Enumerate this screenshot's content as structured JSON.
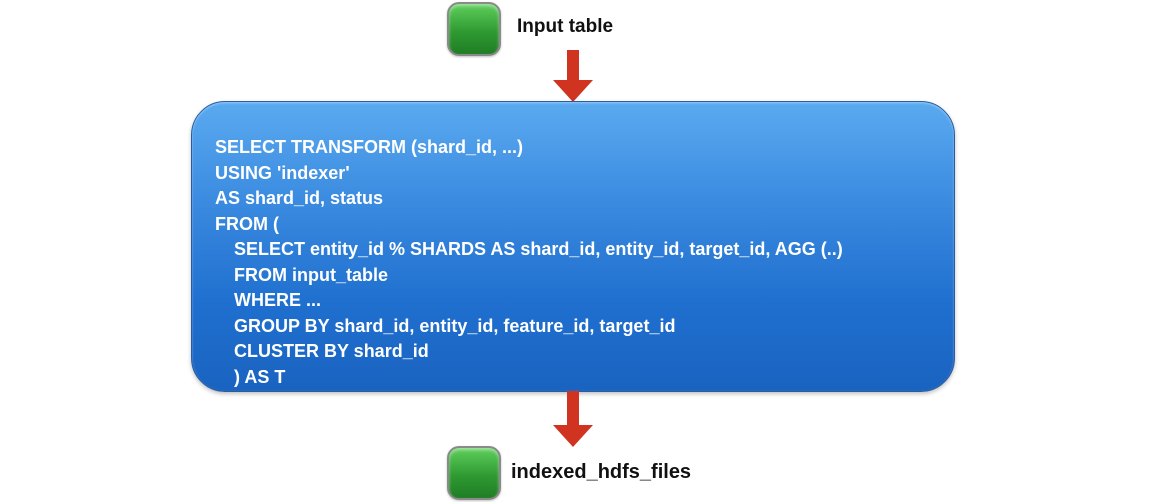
{
  "nodes": {
    "input": {
      "label": "Input table",
      "color": "#2f9a32"
    },
    "output": {
      "label": "indexed_hdfs_files",
      "color": "#2f9a32"
    }
  },
  "arrow_color": "#d0331f",
  "query_box": {
    "color": "#2f7fdc",
    "lines": [
      {
        "text": "SELECT TRANSFORM (shard_id, ...)",
        "indent": 0
      },
      {
        "text": "USING 'indexer'",
        "indent": 0
      },
      {
        "text": "AS shard_id, status",
        "indent": 0
      },
      {
        "text": "FROM (",
        "indent": 0
      },
      {
        "text": "SELECT entity_id % SHARDS AS shard_id, entity_id, target_id, AGG (..)",
        "indent": 1
      },
      {
        "text": "FROM input_table",
        "indent": 1
      },
      {
        "text": "WHERE ...",
        "indent": 1
      },
      {
        "text": "GROUP BY shard_id, entity_id, feature_id, target_id",
        "indent": 1
      },
      {
        "text": "CLUSTER BY shard_id",
        "indent": 1
      },
      {
        "text": ") AS T",
        "indent": 1
      }
    ]
  }
}
